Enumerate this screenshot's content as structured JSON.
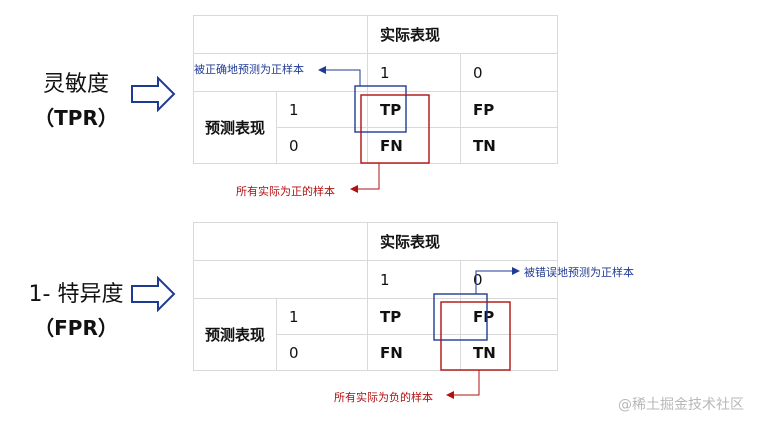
{
  "panels": [
    {
      "metric_name": "灵敏度",
      "metric_abbr": "（TPR）",
      "actual_header": "实际表现",
      "predicted_header": "预测表现",
      "actual_values": [
        "1",
        "0"
      ],
      "predicted_values": [
        "1",
        "0"
      ],
      "cells": [
        [
          "TP",
          "FP"
        ],
        [
          "FN",
          "TN"
        ]
      ],
      "blue_note": "被正确地预测为正样本",
      "red_note": "所有实际为正的样本"
    },
    {
      "metric_name": "1- 特异度",
      "metric_abbr": "（FPR）",
      "actual_header": "实际表现",
      "predicted_header": "预测表现",
      "actual_values": [
        "1",
        "0"
      ],
      "predicted_values": [
        "1",
        "0"
      ],
      "cells": [
        [
          "TP",
          "FP"
        ],
        [
          "FN",
          "TN"
        ]
      ],
      "blue_note": "被错误地预测为正样本",
      "red_note": "所有实际为负的样本"
    }
  ],
  "watermark": "@稀土掘金技术社区",
  "colors": {
    "arrow_fill": "#ffffff",
    "arrow_stroke": "#1f3a93",
    "blue": "#1f3a93",
    "red": "#b01010"
  }
}
